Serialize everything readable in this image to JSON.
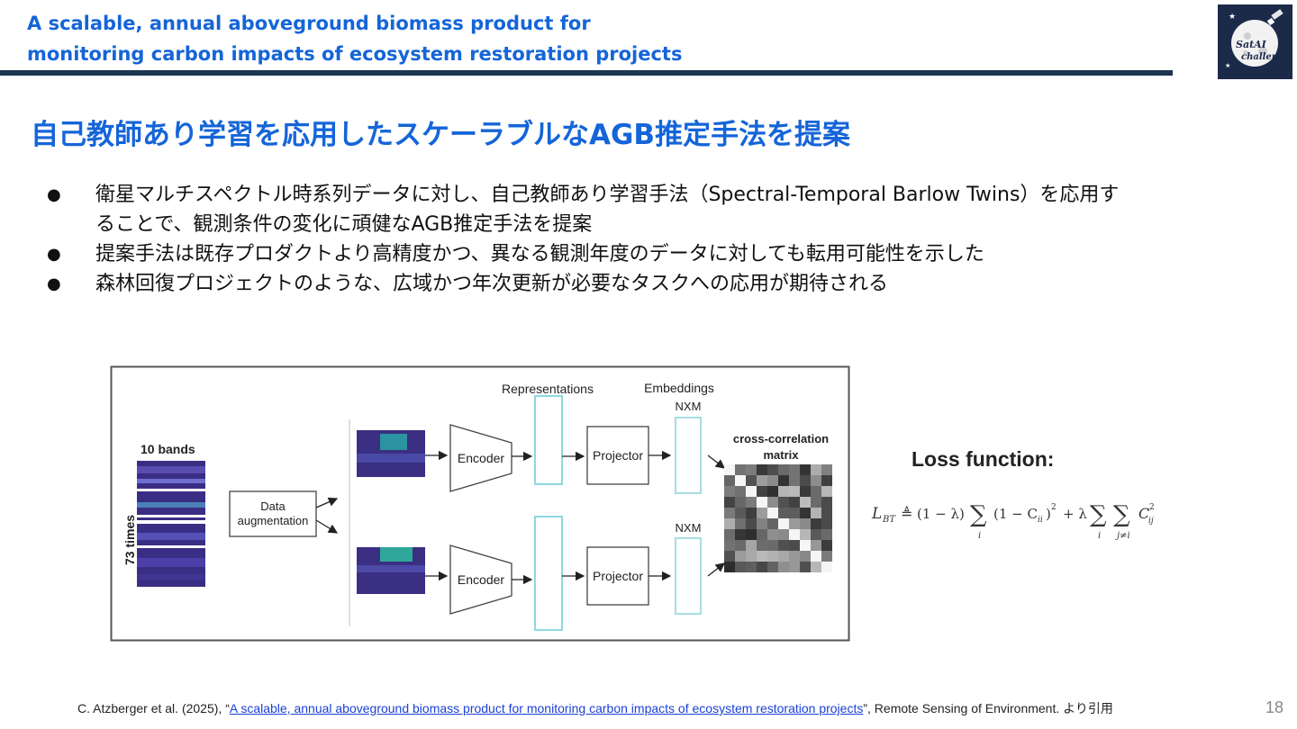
{
  "header": {
    "title_line1": "A scalable, annual aboveground biomass product for",
    "title_line2": "monitoring carbon impacts of ecosystem restoration projects"
  },
  "logo": {
    "text_line1": "SatAI",
    "text_line2": "challenge"
  },
  "headline": "自己教師あり学習を応用したスケーラブルなAGB推定手法を提案",
  "bullets": [
    {
      "line1": "衛星マルチスペクトル時系列データに対し、自己教師あり学習手法（Spectral-Temporal Barlow Twins）を応用す",
      "line2": "ることで、観測条件の変化に頑健なAGB推定手法を提案"
    },
    {
      "line1": "提案手法は既存プロダクトより高精度かつ、異なる観測年度のデータに対しても転用可能性を示した"
    },
    {
      "line1": "森林回復プロジェクトのような、広域かつ年次更新が必要なタスクへの応用が期待される"
    }
  ],
  "bullet_symbol": "●",
  "diagram": {
    "bands_label": "10 bands",
    "times_label": "73 times",
    "augmentation_label_1": "Data",
    "augmentation_label_2": "augmentation",
    "encoder_label": "Encoder",
    "projector_label": "Projector",
    "representations_label": "Representations",
    "embeddings_label": "Embeddings",
    "nxm_label": "NXM",
    "cross_corr_label_1": "cross-correlation",
    "cross_corr_label_2": "matrix"
  },
  "loss": {
    "title": "Loss function:",
    "lhs": "L",
    "lhs_sub": "BT",
    "def_symbol": "≜",
    "term1": "(1 − λ)",
    "sigma": "∑",
    "sub_i": "i",
    "sub_jneqi": "j≠i",
    "term2": "(1 − C",
    "term2_sub": "ii",
    "term2_close": ")",
    "sq": "2",
    "plus_lambda": "+ λ",
    "c_ij": "C",
    "c_ij_sub": "ij"
  },
  "citation": {
    "prefix": "C. Atzberger et al. (2025), “",
    "link_text": "A scalable, annual aboveground biomass product for monitoring carbon impacts of ecosystem restoration projects",
    "suffix": "”, Remote Sensing of Environment. より引用"
  },
  "page_number": "18",
  "colors": {
    "accent": "#1565d8",
    "bar": "#1c3550",
    "logo_bg": "#1c2a4a",
    "rep_box": "#8ed8dc"
  }
}
